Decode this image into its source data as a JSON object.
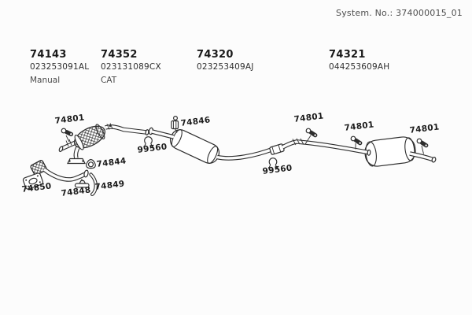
{
  "header": {
    "system_label": "System. No.:",
    "system_value": "374000015_01"
  },
  "part_groups": [
    {
      "part_no": "74143",
      "code": "023253091AL",
      "variant": "Manual"
    },
    {
      "part_no": "74352",
      "code": "023131089CX",
      "variant": "CAT"
    },
    {
      "part_no": "74320",
      "code": "023253409AJ",
      "variant": ""
    },
    {
      "part_no": "74321",
      "code": "044253609AH",
      "variant": ""
    }
  ],
  "diagram": {
    "description": "Exploded exhaust-system line drawing",
    "callouts": [
      {
        "label": "74801"
      },
      {
        "label": "74846"
      },
      {
        "label": "99560"
      },
      {
        "label": "74844"
      },
      {
        "label": "74850"
      },
      {
        "label": "74848"
      },
      {
        "label": "74849"
      },
      {
        "label": "74801"
      },
      {
        "label": "99560"
      },
      {
        "label": "74801"
      },
      {
        "label": "74801"
      }
    ]
  },
  "colors": {
    "line": "#2d2d2d",
    "background": "#fcfcfc",
    "label_text": "#1b1b1b",
    "muted_text": "#4f4f4f"
  }
}
